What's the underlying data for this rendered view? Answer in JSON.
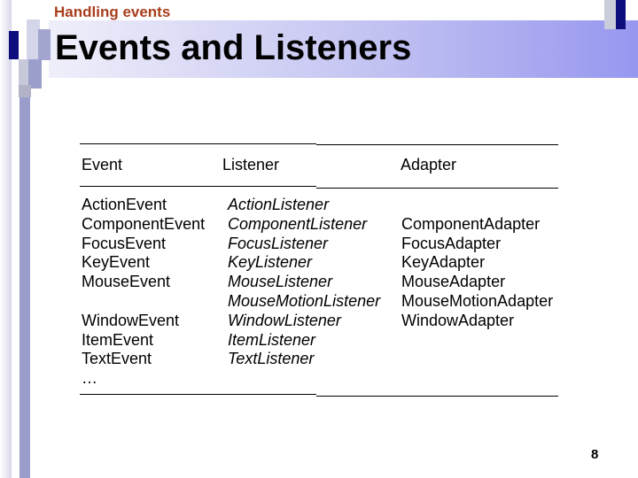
{
  "slide": {
    "kicker": "Handling events",
    "title": "Events and Listeners",
    "page_number": "8"
  },
  "table": {
    "headers": [
      "Event",
      "Listener",
      "Adapter"
    ],
    "events": [
      "ActionEvent",
      "ComponentEvent",
      "FocusEvent",
      "KeyEvent",
      "MouseEvent",
      "",
      "WindowEvent",
      "ItemEvent",
      "TextEvent",
      "…"
    ],
    "listeners": [
      "ActionListener",
      "ComponentListener",
      "FocusListener",
      "KeyListener",
      "MouseListener",
      "MouseMotionListener",
      "WindowListener",
      "ItemListener",
      "TextListener",
      ""
    ],
    "adapters": [
      "",
      "ComponentAdapter",
      "FocusAdapter",
      "KeyAdapter",
      "MouseAdapter",
      "MouseMotionAdapter",
      "WindowAdapter",
      "",
      "",
      ""
    ]
  },
  "colors": {
    "accent_red": "#a93d1c",
    "banner_gradient_start": "#efeffa",
    "banner_gradient_end": "#9797f0",
    "navy": "#0d0d7e",
    "decor_bar": "#9a9cca",
    "text": "#000000"
  }
}
